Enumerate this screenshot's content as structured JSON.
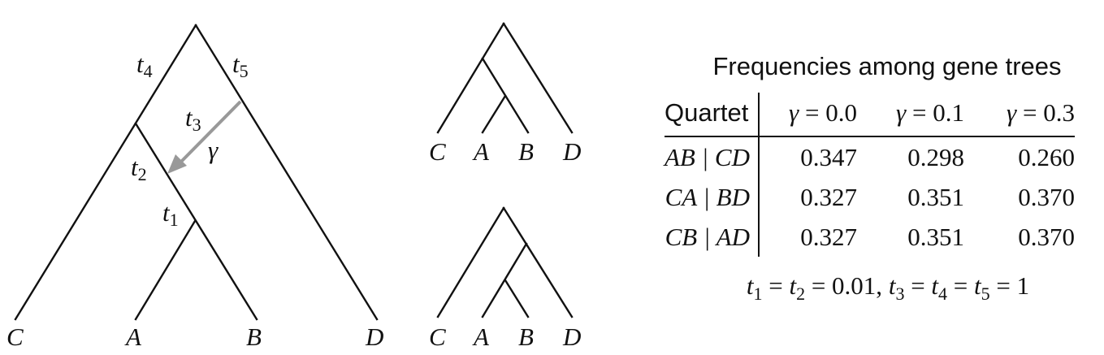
{
  "network": {
    "tips": [
      "C",
      "A",
      "B",
      "D"
    ],
    "edge_labels": {
      "t1": "1",
      "t2": "2",
      "t3": "3",
      "t4": "4",
      "t5": "5",
      "t": "t"
    },
    "gamma": "γ"
  },
  "gene_tree_top": {
    "tips": [
      "C",
      "A",
      "B",
      "D"
    ]
  },
  "gene_tree_bottom": {
    "tips": [
      "C",
      "A",
      "B",
      "D"
    ]
  },
  "frequency_table": {
    "title": "Frequencies among gene trees",
    "header": {
      "quartet": "Quartet",
      "columns": [
        "γ = 0.0",
        "γ = 0.1",
        "γ = 0.3"
      ]
    },
    "rows": [
      {
        "quartet": "AB | CD",
        "values": [
          "0.347",
          "0.298",
          "0.260"
        ],
        "bold": true
      },
      {
        "quartet": "CA | BD",
        "values": [
          "0.327",
          "0.351",
          "0.370"
        ],
        "bold": false
      },
      {
        "quartet": "CB | AD",
        "values": [
          "0.327",
          "0.351",
          "0.370"
        ],
        "bold": false
      }
    ],
    "params": {
      "part1": "t",
      "sub1": "1",
      "eq1": " = ",
      "part2": "t",
      "sub2": "2",
      "eq2": " = 0.01, ",
      "part3": "t",
      "sub3": "3",
      "eq3": " = ",
      "part4": "t",
      "sub4": "4",
      "eq4": " = ",
      "part5": "t",
      "sub5": "5",
      "eq5": " = 1"
    }
  }
}
